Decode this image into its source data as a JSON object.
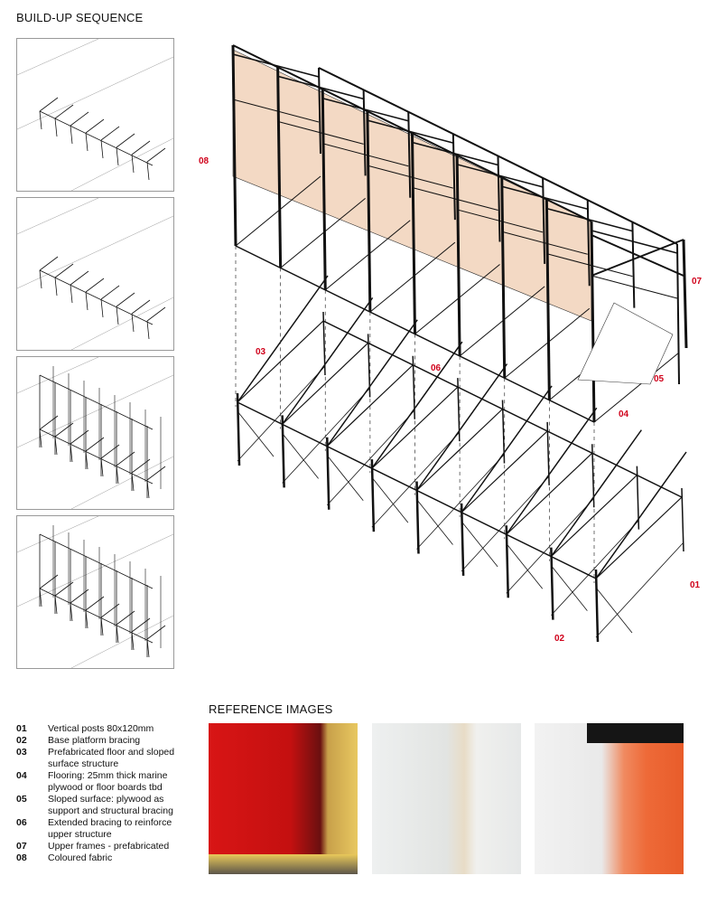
{
  "sequence_title": "BUILD-UP SEQUENCE",
  "reference_title": "REFERENCE IMAGES",
  "callouts": {
    "c01": "01",
    "c02": "02",
    "c03": "03",
    "c04": "04",
    "c05": "05",
    "c06": "06",
    "c07": "07",
    "c08": "08"
  },
  "legend": [
    {
      "num": "01",
      "text": "Vertical posts 80x120mm"
    },
    {
      "num": "02",
      "text": "Base platform bracing"
    },
    {
      "num": "03",
      "text": "Prefabricated floor and sloped surface structure"
    },
    {
      "num": "04",
      "text": "Flooring: 25mm thick marine plywood or floor boards tbd"
    },
    {
      "num": "05",
      "text": "Sloped surface: plywood as support and structural bracing"
    },
    {
      "num": "06",
      "text": "Extended bracing to reinforce upper structure"
    },
    {
      "num": "07",
      "text": "Upper frames - prefabricated"
    },
    {
      "num": "08",
      "text": "Coloured fabric"
    }
  ],
  "colors": {
    "accent": "#d0021b",
    "fabric": "#f3d9c4"
  }
}
